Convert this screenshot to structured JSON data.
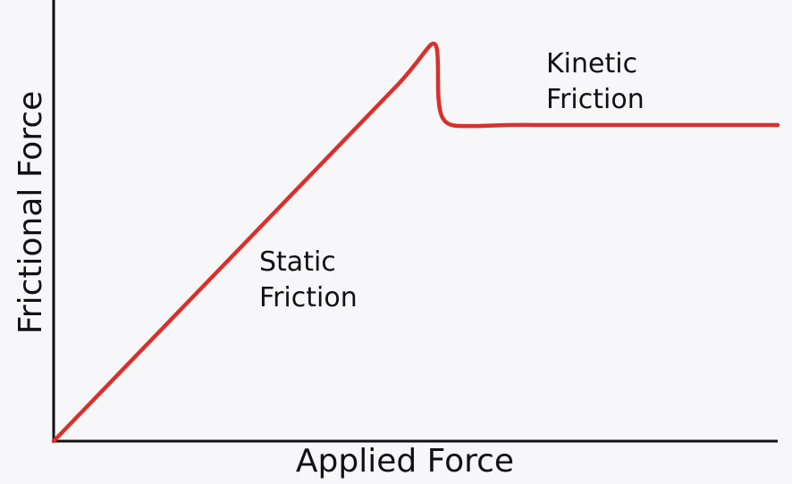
{
  "diagram": {
    "x_axis_label": "Applied Force",
    "y_axis_label": "Frictional Force",
    "static_label": {
      "line1": "Static",
      "line2": "Friction"
    },
    "kinetic_label": {
      "line1": "Kinetic",
      "line2": "Friction"
    },
    "colors": {
      "curve": "#d9302c",
      "axes": "#111111",
      "background": "#f7f7f9"
    }
  }
}
